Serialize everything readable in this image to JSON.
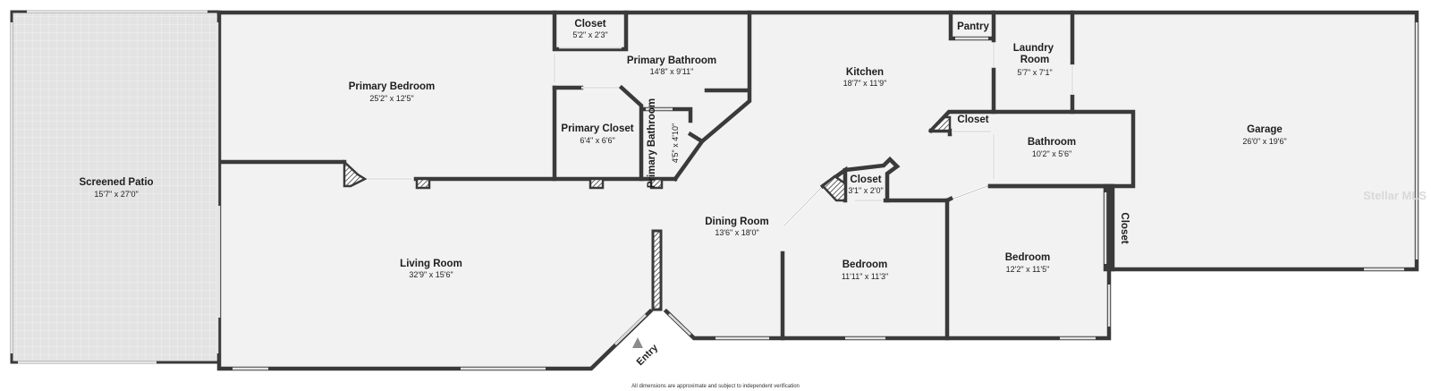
{
  "colors": {
    "wall": "#3a3a3a",
    "floor": "#f3f2f3",
    "patio": "#e4e4e4",
    "text": "#1e1e1e"
  },
  "rooms": [
    {
      "key": "patio",
      "name": "Screened Patio",
      "dims": "15'7\" x 27'0\""
    },
    {
      "key": "pbed",
      "name": "Primary Bedroom",
      "dims": "25'2\" x 12'5\""
    },
    {
      "key": "closet1",
      "name": "Closet",
      "dims": "5'2\" x 2'3\""
    },
    {
      "key": "pbath",
      "name": "Primary Bathroom",
      "dims": "14'8\" x 9'11\""
    },
    {
      "key": "pcloset",
      "name": "Primary Closet",
      "dims": "6'4\" x 6'6\""
    },
    {
      "key": "pbath2",
      "name": "Primary Bathroom",
      "dims": "4'5\" x 4'10\""
    },
    {
      "key": "kitchen",
      "name": "Kitchen",
      "dims": "18'7\" x 11'9\""
    },
    {
      "key": "pantry",
      "name": "Pantry",
      "dims": ""
    },
    {
      "key": "laundry",
      "name": "Laundry Room",
      "dims": "5'7\" x 7'1\""
    },
    {
      "key": "closet2",
      "name": "Closet",
      "dims": ""
    },
    {
      "key": "bathroom",
      "name": "Bathroom",
      "dims": "10'2\" x 5'6\""
    },
    {
      "key": "garage",
      "name": "Garage",
      "dims": "26'0\" x 19'6\""
    },
    {
      "key": "dining",
      "name": "Dining Room",
      "dims": "13'6\" x 18'0\""
    },
    {
      "key": "closet3",
      "name": "Closet",
      "dims": "3'1\" x 2'0\""
    },
    {
      "key": "living",
      "name": "Living Room",
      "dims": "32'9\" x 15'6\""
    },
    {
      "key": "bed2",
      "name": "Bedroom",
      "dims": "11'11\" x 11'3\""
    },
    {
      "key": "bed3",
      "name": "Bedroom",
      "dims": "12'2\" x 11'5\""
    },
    {
      "key": "closet4",
      "name": "Closet",
      "dims": ""
    }
  ],
  "entry_label": "Entry",
  "disclaimer": "All dimensions are approximate and subject to independent verification",
  "watermark": "Stellar MLS"
}
